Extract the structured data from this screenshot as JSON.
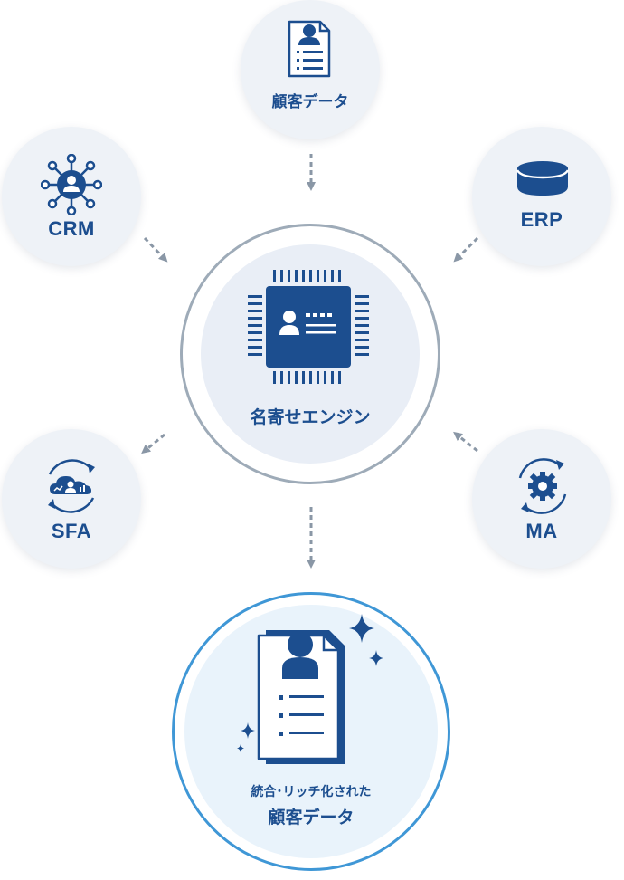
{
  "nodes": {
    "customer_data": {
      "label": "顧客データ",
      "icon": "customer-document-icon"
    },
    "crm": {
      "label": "CRM",
      "icon": "network-person-icon"
    },
    "erp": {
      "label": "ERP",
      "icon": "database-icon"
    },
    "sfa": {
      "label": "SFA",
      "icon": "cloud-cycle-icon"
    },
    "ma": {
      "label": "MA",
      "icon": "gear-cycle-icon"
    }
  },
  "engine": {
    "label": "名寄せエンジン",
    "icon": "chip-icon"
  },
  "result": {
    "line1": "統合･リッチ化された",
    "line2": "顧客データ",
    "icon": "enriched-document-icon"
  },
  "colors": {
    "brand": "#1c4e8f",
    "node_bg": "#eef2f7",
    "arrow": "#8a97a6",
    "result_ring": "#3f97d6"
  }
}
